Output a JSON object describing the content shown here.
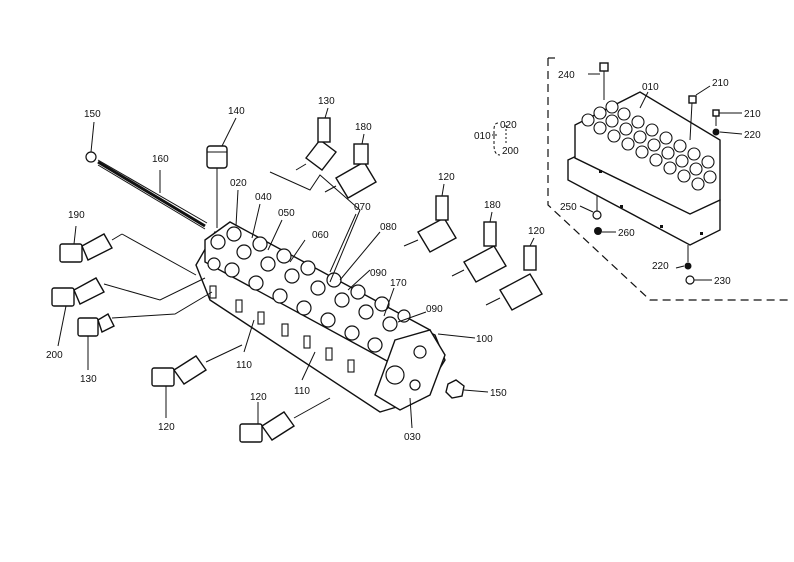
{
  "diagram": {
    "callouts": [
      {
        "id": "c150a",
        "text": "150"
      },
      {
        "id": "c140",
        "text": "140"
      },
      {
        "id": "c130a",
        "text": "130"
      },
      {
        "id": "c180a",
        "text": "180"
      },
      {
        "id": "c160",
        "text": "160"
      },
      {
        "id": "c020",
        "text": "020"
      },
      {
        "id": "c040",
        "text": "040"
      },
      {
        "id": "c050",
        "text": "050"
      },
      {
        "id": "c060",
        "text": "060"
      },
      {
        "id": "c070",
        "text": "070"
      },
      {
        "id": "c080",
        "text": "080"
      },
      {
        "id": "c190",
        "text": "190"
      },
      {
        "id": "c120a",
        "text": "120"
      },
      {
        "id": "c180b",
        "text": "180"
      },
      {
        "id": "c120b",
        "text": "120"
      },
      {
        "id": "c090a",
        "text": "090"
      },
      {
        "id": "c170",
        "text": "170"
      },
      {
        "id": "c090b",
        "text": "090"
      },
      {
        "id": "c100",
        "text": "100"
      },
      {
        "id": "c200",
        "text": "200"
      },
      {
        "id": "c130b",
        "text": "130"
      },
      {
        "id": "c110a",
        "text": "110"
      },
      {
        "id": "c110b",
        "text": "110"
      },
      {
        "id": "c120c",
        "text": "120"
      },
      {
        "id": "c120d",
        "text": "120"
      },
      {
        "id": "c150b",
        "text": "150"
      },
      {
        "id": "c030",
        "text": "030"
      },
      {
        "id": "c010a",
        "text": "010"
      },
      {
        "id": "c020b",
        "text": "020"
      },
      {
        "id": "c200b",
        "text": "200"
      },
      {
        "id": "c240",
        "text": "240"
      },
      {
        "id": "c010b",
        "text": "010"
      },
      {
        "id": "c210a",
        "text": "210"
      },
      {
        "id": "c210b",
        "text": "210"
      },
      {
        "id": "c220a",
        "text": "220"
      },
      {
        "id": "c250",
        "text": "250"
      },
      {
        "id": "c260",
        "text": "260"
      },
      {
        "id": "c220b",
        "text": "220"
      },
      {
        "id": "c230",
        "text": "230"
      }
    ]
  }
}
